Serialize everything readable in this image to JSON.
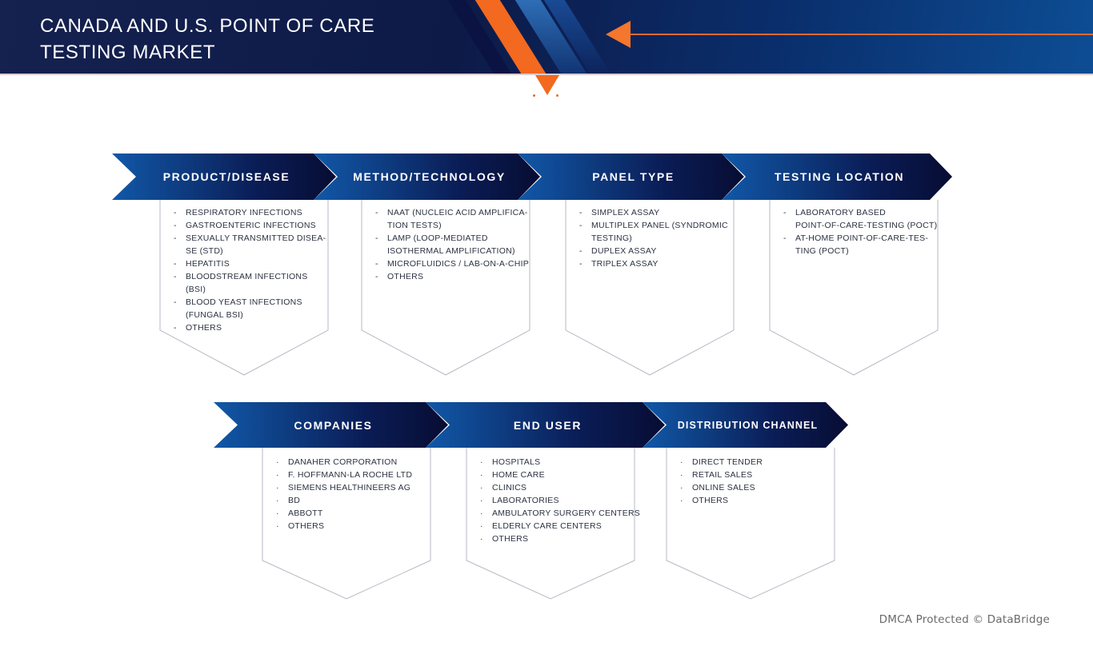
{
  "header": {
    "title_line1": "CANADA AND U.S. POINT OF CARE",
    "title_line2": "TESTING MARKET"
  },
  "segmentation": {
    "row1": [
      {
        "label": "PRODUCT/DISEASE",
        "bullet": "-",
        "items": [
          "RESPIRATORY INFECTIONS",
          "GASTROENTERIC INFECTIONS",
          "SEXUALLY TRANSMITTED DISEA-\nSE (STD)",
          "HEPATITIS",
          "BLOODSTREAM INFECTIONS\n(BSI)",
          "BLOOD YEAST INFECTIONS\n(FUNGAL BSI)",
          "OTHERS"
        ]
      },
      {
        "label": "METHOD/TECHNOLOGY",
        "bullet": "-",
        "items": [
          "NAAT (NUCLEIC ACID AMPLIFICA-\nTION TESTS)",
          "LAMP (LOOP-MEDIATED\nISOTHERMAL AMPLIFICATION)",
          "MICROFLUIDICS / LAB-ON-A-CHIP",
          "OTHERS"
        ]
      },
      {
        "label": "PANEL TYPE",
        "bullet": "-",
        "items": [
          "SIMPLEX ASSAY",
          "MULTIPLEX PANEL (SYNDROMIC\nTESTING)",
          "DUPLEX ASSAY",
          "TRIPLEX ASSAY"
        ]
      },
      {
        "label": "TESTING LOCATION",
        "bullet": "-",
        "items": [
          "LABORATORY BASED\nPOINT-OF-CARE-TESTING (POCT)",
          "AT-HOME POINT-OF-CARE-TES-\nTING (POCT)"
        ]
      }
    ],
    "row2": [
      {
        "label": "COMPANIES",
        "bullet": "·",
        "items": [
          "DANAHER CORPORATION",
          "F. HOFFMANN-LA ROCHE LTD",
          "SIEMENS HEALTHINEERS AG",
          "BD",
          "ABBOTT",
          "OTHERS"
        ]
      },
      {
        "label": "END USER",
        "bullet": "·",
        "items": [
          "HOSPITALS",
          "HOME CARE",
          "CLINICS",
          "LABORATORIES",
          "AMBULATORY SURGERY CENTERS",
          "ELDERLY CARE CENTERS",
          "OTHERS"
        ]
      },
      {
        "label": "DISTRIBUTION CHANNEL",
        "bullet": "·",
        "items": [
          "DIRECT TENDER",
          "RETAIL SALES",
          "ONLINE SALES",
          "OTHERS"
        ]
      }
    ]
  },
  "footer": {
    "watermark": "DMCA Protected © DataBridge"
  },
  "colors": {
    "accent_orange": "#f2691f",
    "banner_blue": "#1158a8",
    "banner_navy": "#070d33",
    "header_navy": "#0d1a48",
    "header_blue": "#0d4d94",
    "box_border": "#b7bac4",
    "list_text": "#2b3240"
  }
}
